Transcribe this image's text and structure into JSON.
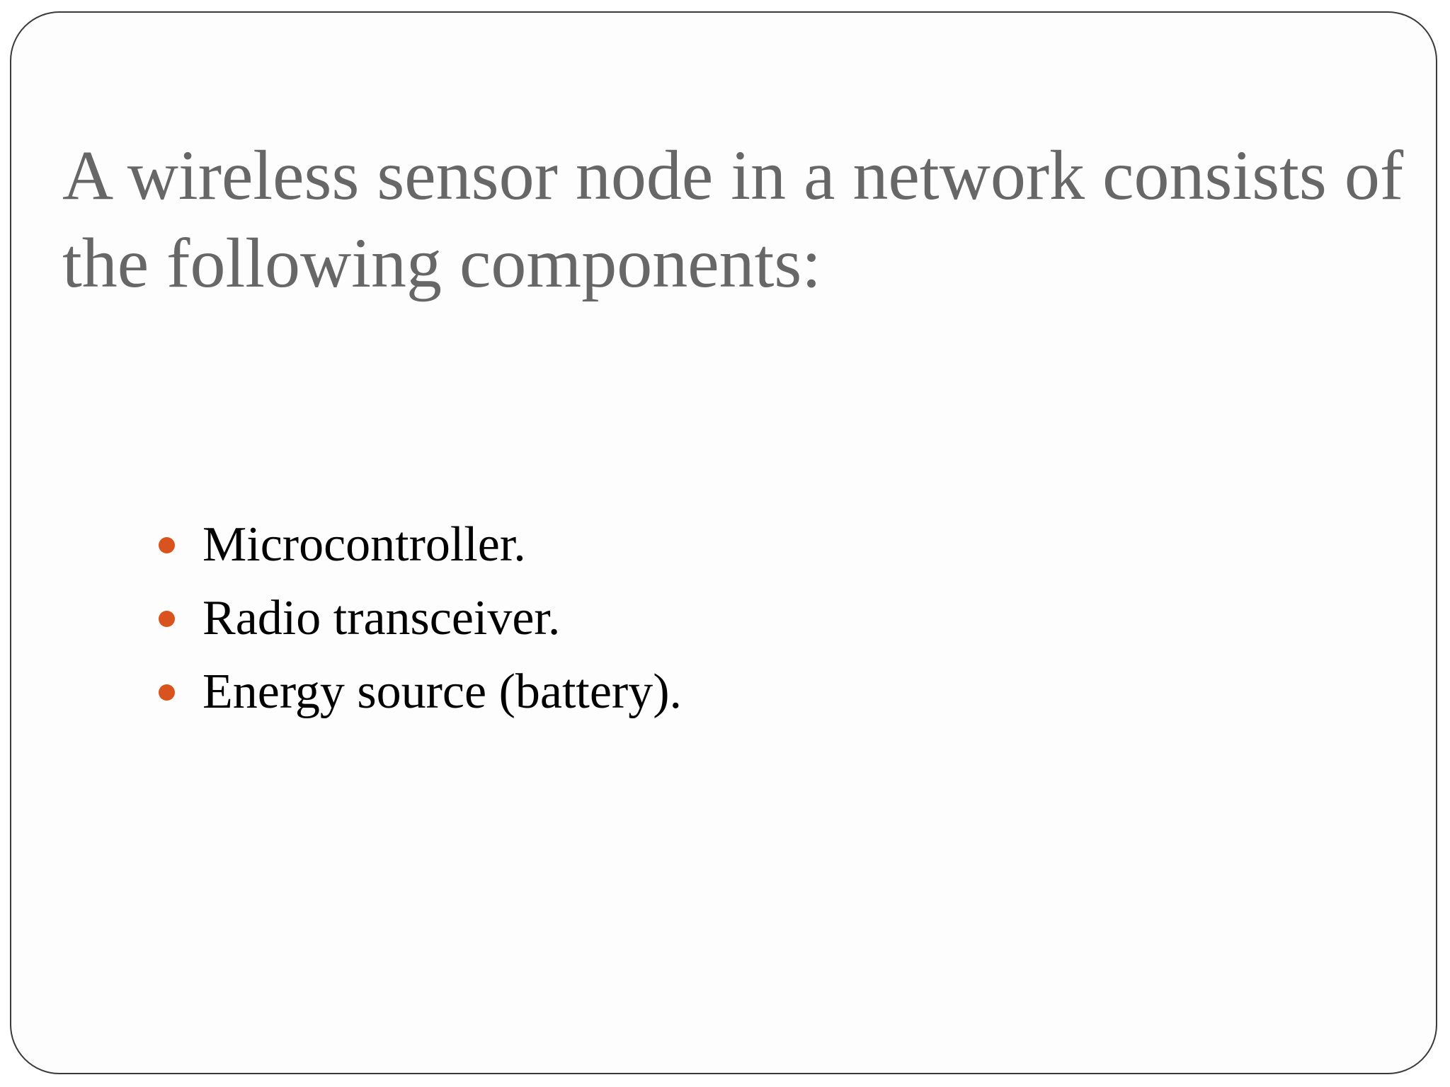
{
  "slide": {
    "title": "A wireless sensor node in a network consists of the following components:",
    "bullets": [
      {
        "text": "Microcontroller."
      },
      {
        "text": "Radio transceiver."
      },
      {
        "text": "Energy source (battery)."
      }
    ]
  },
  "colors": {
    "title": "#676767",
    "bullet_marker": "#d9531e",
    "body_text": "#000000",
    "frame_border": "#3a3a3a"
  }
}
